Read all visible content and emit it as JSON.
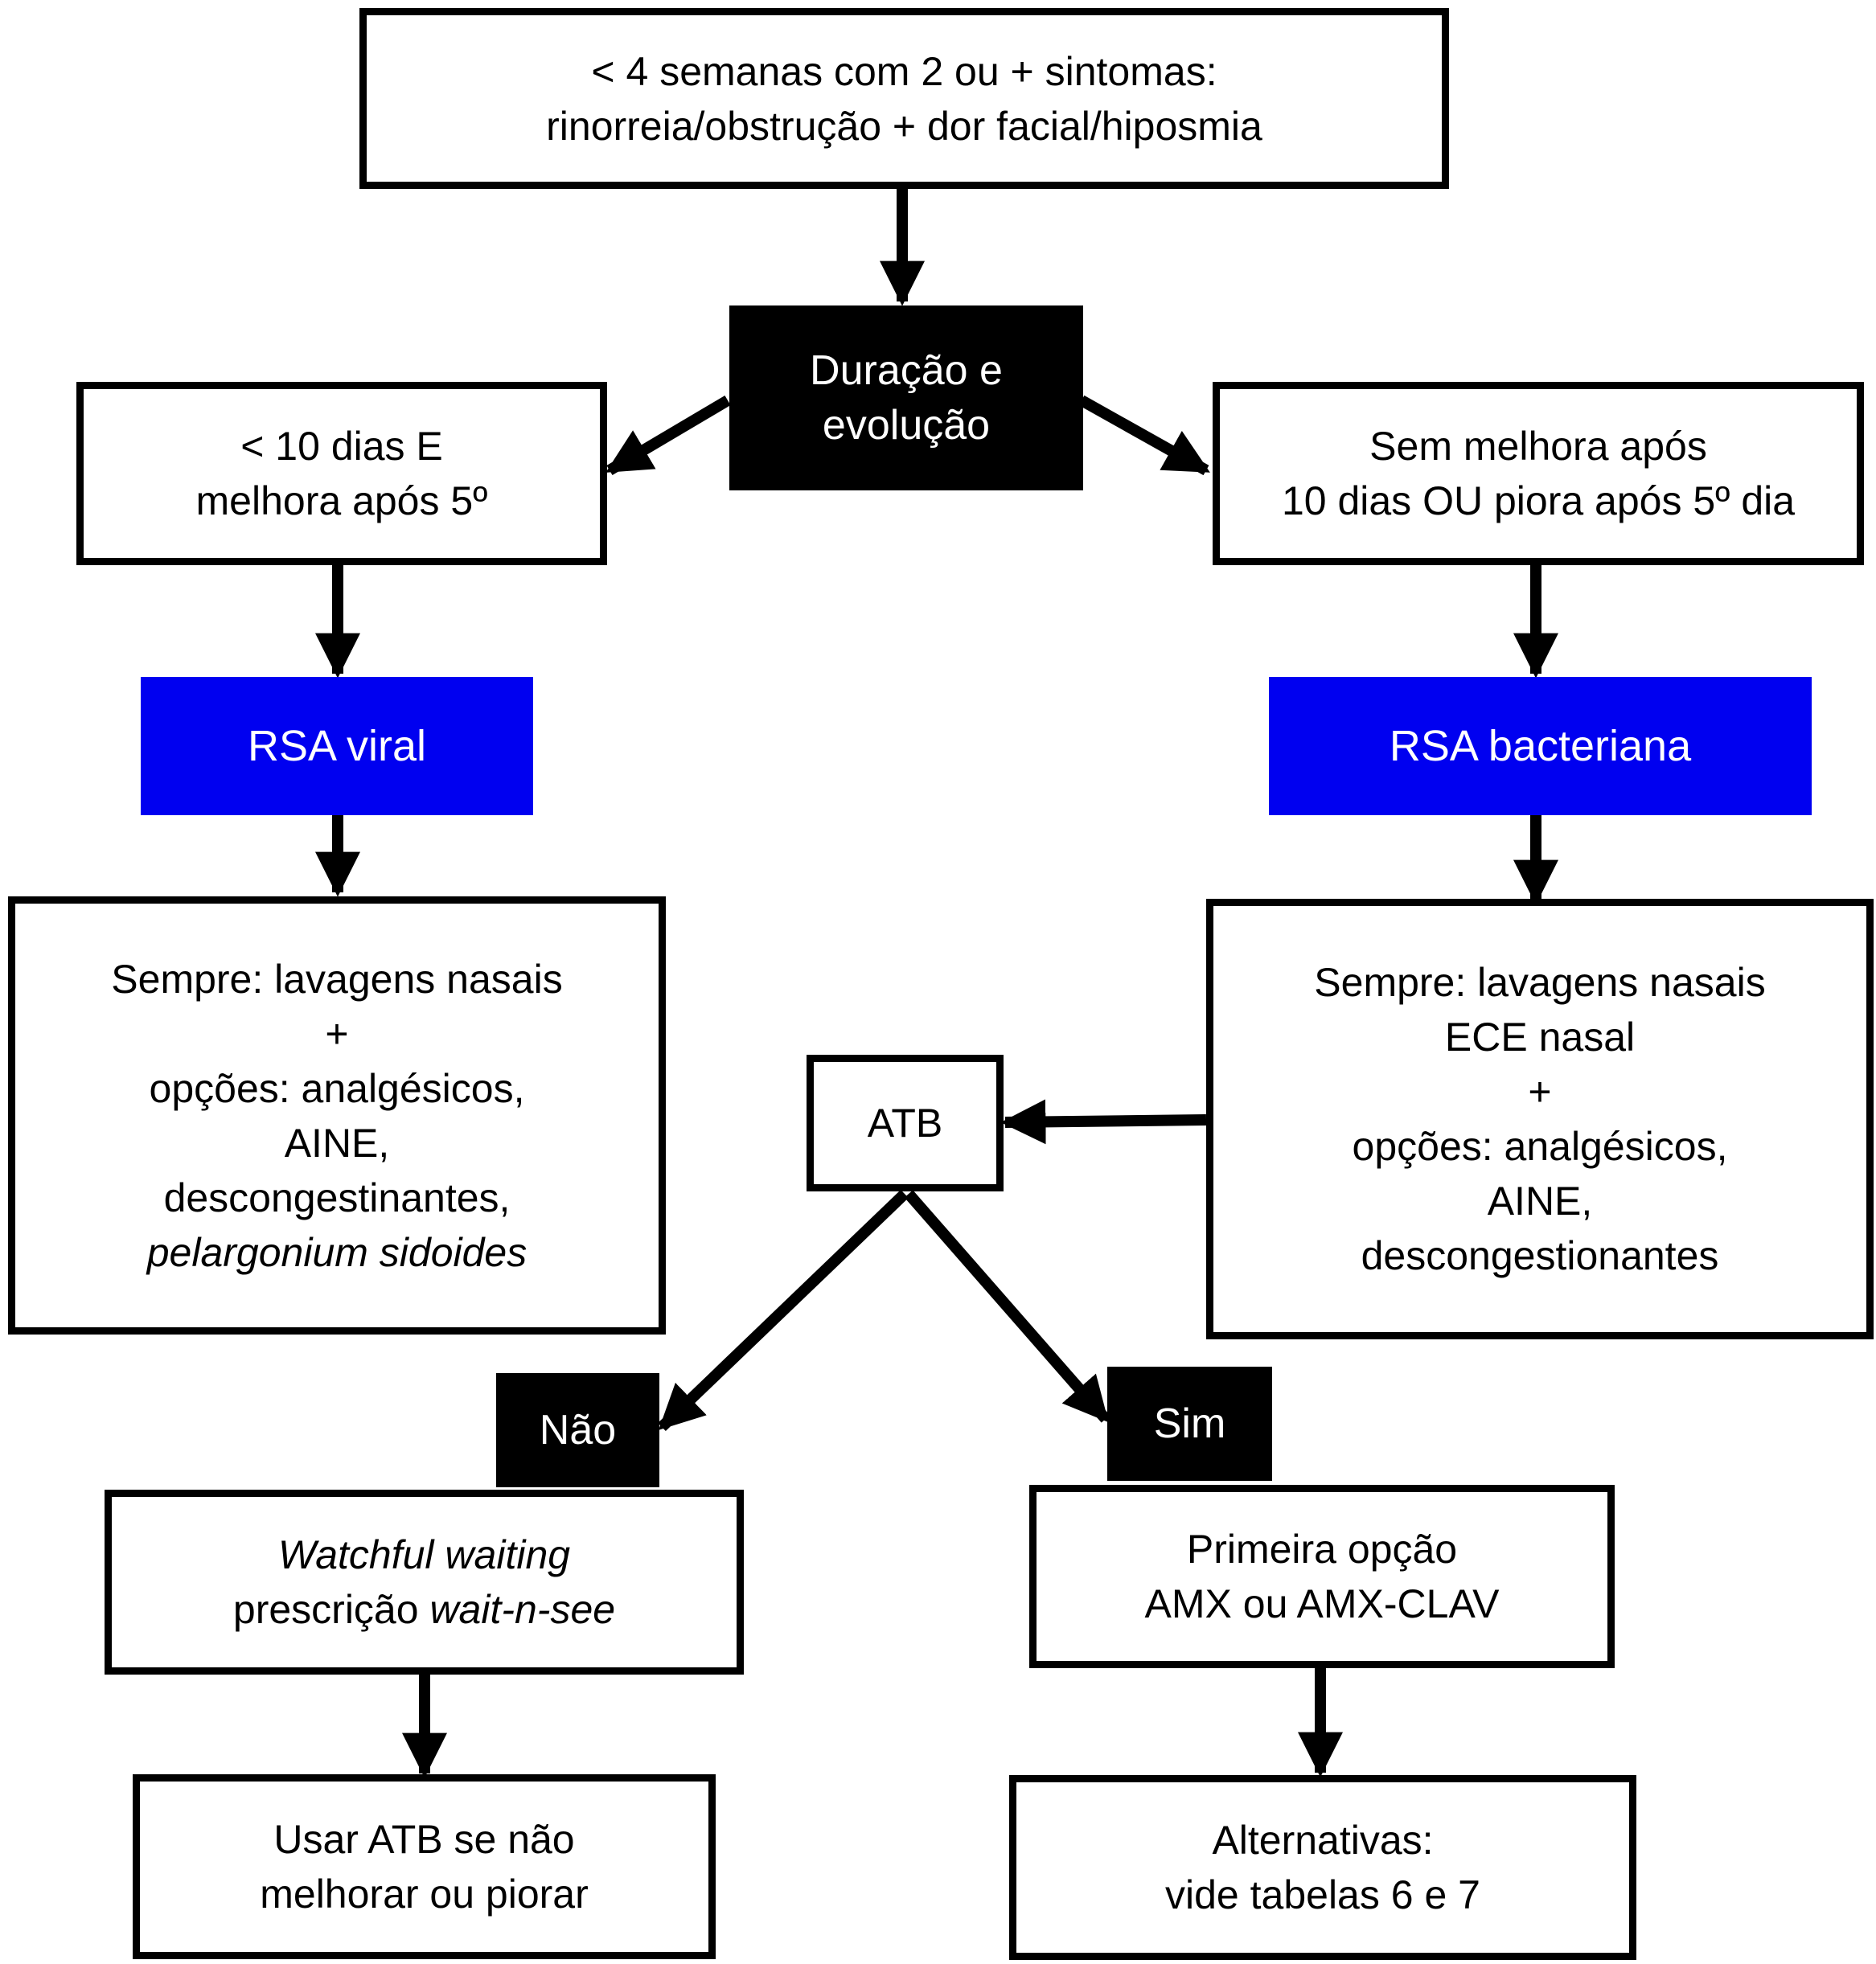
{
  "nodes": {
    "start": {
      "line1": "< 4 semanas com 2 ou + sintomas:",
      "line2": "rinorreia/obstrução + dor facial/hiposmia"
    },
    "decision": {
      "line1": "Duração e",
      "line2": "evolução"
    },
    "left_condition": {
      "line1": "< 10 dias E",
      "line2": "melhora após 5º"
    },
    "right_condition": {
      "line1": "Sem melhora após",
      "line2": "10 dias OU piora após 5º dia"
    },
    "viral": {
      "label": "RSA viral",
      "color": "#0000f0"
    },
    "bacterial": {
      "label": "RSA bacteriana",
      "color": "#0000f0"
    },
    "viral_treatment": {
      "line1": "Sempre: lavagens nasais",
      "line2": "+",
      "line3": "opções: analgésicos,",
      "line4": "AINE,",
      "line5": "descongestinantes,",
      "line6": "pelargonium sidoides"
    },
    "bacterial_treatment": {
      "line1": "Sempre: lavagens nasais",
      "line2": "ECE nasal",
      "line3": "+",
      "line4": "opções: analgésicos,",
      "line5": "AINE,",
      "line6": "descongestionantes"
    },
    "atb": {
      "label": "ATB"
    },
    "no": {
      "label": "Não"
    },
    "yes": {
      "label": "Sim"
    },
    "watchful": {
      "line1": "Watchful waiting",
      "line2_prefix": "prescrição ",
      "line2_italic": "wait-n-see"
    },
    "first_option": {
      "line1": "Primeira opção",
      "line2": "AMX ou AMX-CLAV"
    },
    "use_atb": {
      "line1": "Usar ATB se não",
      "line2": "melhorar ou piorar"
    },
    "alternatives": {
      "line1": "Alternativas:",
      "line2": "vide tabelas 6 e 7"
    }
  }
}
